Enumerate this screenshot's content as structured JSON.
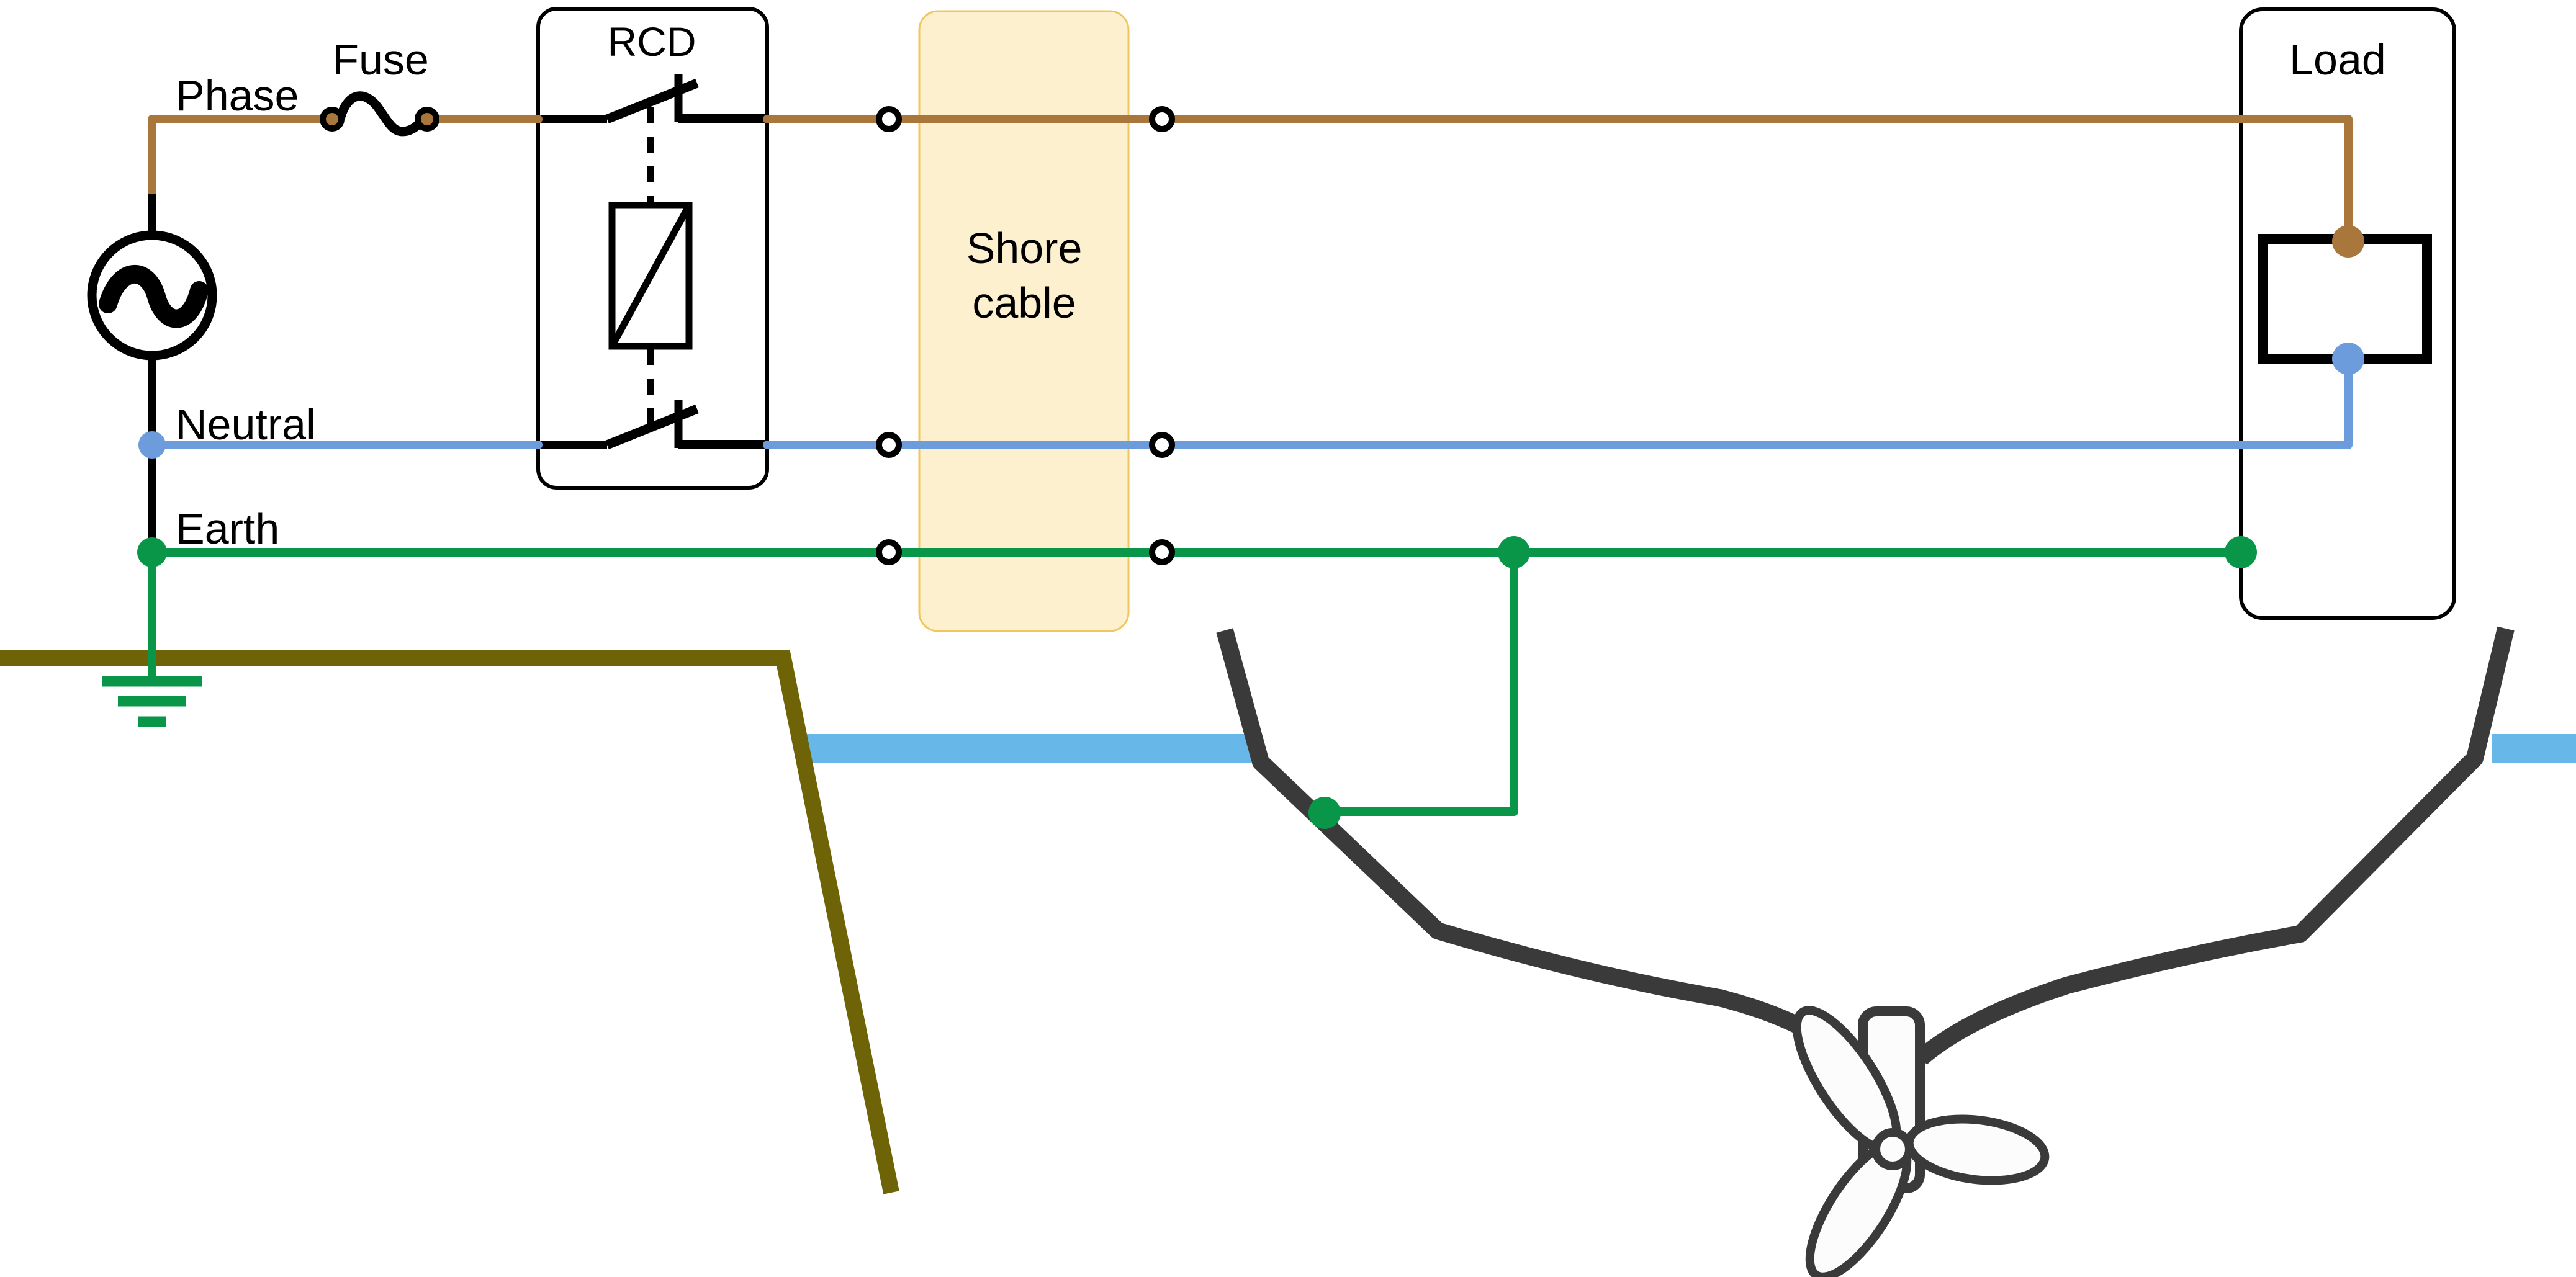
{
  "labels": {
    "phase": "Phase",
    "fuse": "Fuse",
    "rcd": "RCD",
    "neutral": "Neutral",
    "earth": "Earth",
    "shore_cable": {
      "line1": "Shore",
      "line2": "cable"
    },
    "load": "Load"
  },
  "icons": {
    "ac_source": "ac-source-icon",
    "fuse": "fuse-icon",
    "breaker_switch": "breaker-switch-icon",
    "trip_coil": "trip-coil-icon",
    "connector_ring": "connector-ring-icon",
    "ground": "earth-ground-icon",
    "propeller": "propeller-icon"
  },
  "colors": {
    "phase": "#A9763B",
    "neutral": "#6C9CDC",
    "earth": "#0A9648",
    "ground": "#6E6307",
    "water": "#67B7E8",
    "hull": "#3A3A3A",
    "shore_cable_fill": "#FCF0CE",
    "shore_cable_border": "#F0C75E",
    "circuit": "#000000",
    "text": "#000000"
  }
}
